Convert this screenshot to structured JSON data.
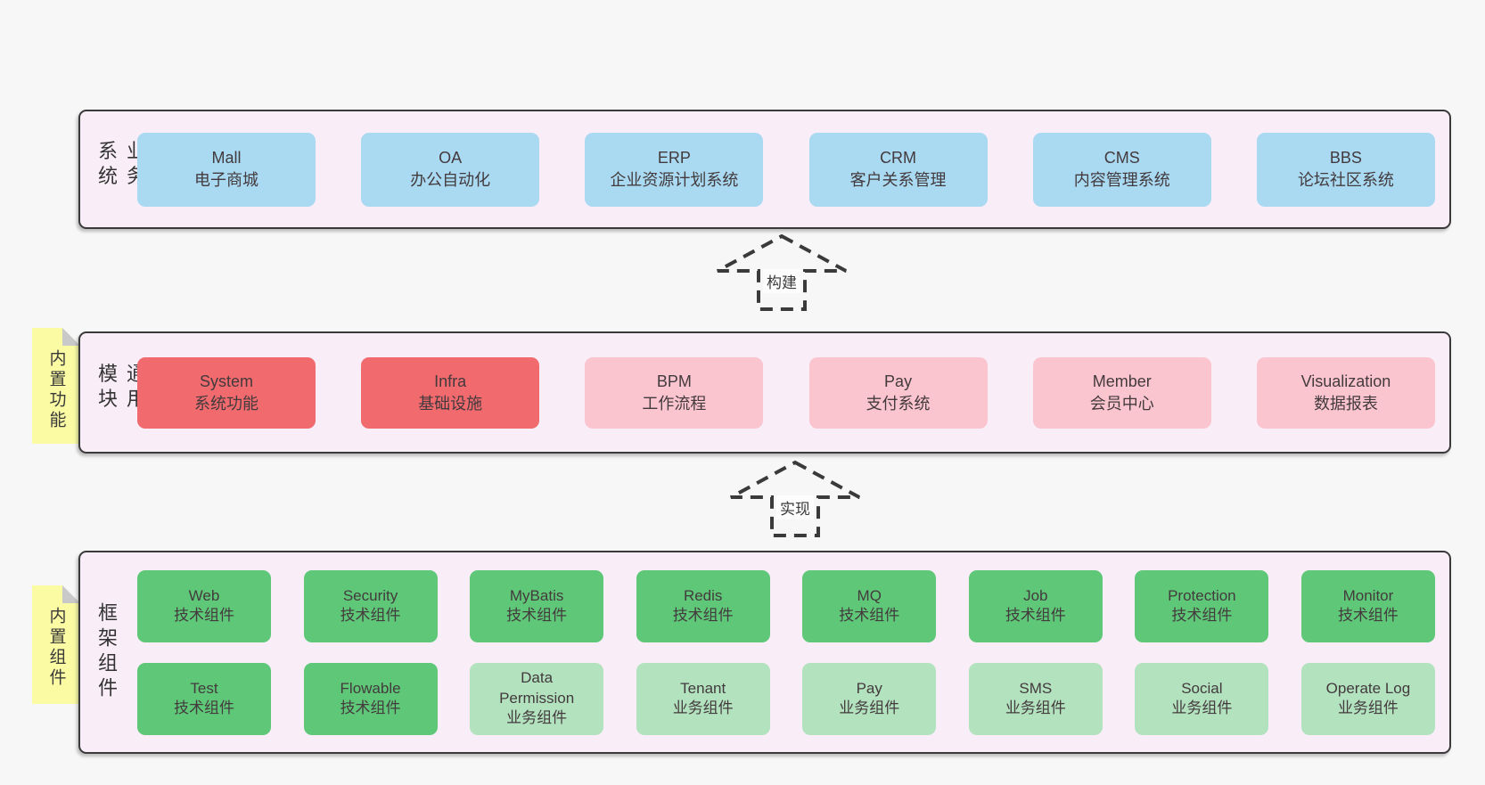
{
  "colors": {
    "page_bg": "#f7f7f7",
    "container_bg": "#f9eef7",
    "blue": "#a9daf2",
    "red": "#f06a6e",
    "pink": "#fbc5d0",
    "green": "#5fc878",
    "lightgreen": "#b3e2bf",
    "sticky": "#fbfba4"
  },
  "arrows": {
    "build": "构建",
    "implement": "实现"
  },
  "business": {
    "side_label": "业务系统",
    "boxes": [
      {
        "name": "Mall",
        "desc": "电子商城",
        "variant": "blue"
      },
      {
        "name": "OA",
        "desc": "办公自动化",
        "variant": "blue"
      },
      {
        "name": "ERP",
        "desc": "企业资源计划系统",
        "variant": "blue"
      },
      {
        "name": "CRM",
        "desc": "客户关系管理",
        "variant": "blue"
      },
      {
        "name": "CMS",
        "desc": "内容管理系统",
        "variant": "blue"
      },
      {
        "name": "BBS",
        "desc": "论坛社区系统",
        "variant": "blue"
      }
    ]
  },
  "modules": {
    "side_label": "通用模块",
    "sticky": "内置功能",
    "boxes": [
      {
        "name": "System",
        "desc": "系统功能",
        "variant": "red"
      },
      {
        "name": "Infra",
        "desc": "基础设施",
        "variant": "red"
      },
      {
        "name": "BPM",
        "desc": "工作流程",
        "variant": "pink"
      },
      {
        "name": "Pay",
        "desc": "支付系统",
        "variant": "pink"
      },
      {
        "name": "Member",
        "desc": "会员中心",
        "variant": "pink"
      },
      {
        "name": "Visualization",
        "desc": "数据报表",
        "variant": "pink"
      }
    ]
  },
  "framework": {
    "side_label": "框架组件",
    "sticky": "内置组件",
    "row1": [
      {
        "name": "Web",
        "desc": "技术组件",
        "variant": "green"
      },
      {
        "name": "Security",
        "desc": "技术组件",
        "variant": "green"
      },
      {
        "name": "MyBatis",
        "desc": "技术组件",
        "variant": "green"
      },
      {
        "name": "Redis",
        "desc": "技术组件",
        "variant": "green"
      },
      {
        "name": "MQ",
        "desc": "技术组件",
        "variant": "green"
      },
      {
        "name": "Job",
        "desc": "技术组件",
        "variant": "green"
      },
      {
        "name": "Protection",
        "desc": "技术组件",
        "variant": "green"
      },
      {
        "name": "Monitor",
        "desc": "技术组件",
        "variant": "green"
      }
    ],
    "row2": [
      {
        "name": "Test",
        "desc": "技术组件",
        "variant": "green"
      },
      {
        "name": "Flowable",
        "desc": "技术组件",
        "variant": "green"
      },
      {
        "name": "Data Permission",
        "desc": "业务组件",
        "variant": "lightgreen"
      },
      {
        "name": "Tenant",
        "desc": "业务组件",
        "variant": "lightgreen"
      },
      {
        "name": "Pay",
        "desc": "业务组件",
        "variant": "lightgreen"
      },
      {
        "name": "SMS",
        "desc": "业务组件",
        "variant": "lightgreen"
      },
      {
        "name": "Social",
        "desc": "业务组件",
        "variant": "lightgreen"
      },
      {
        "name": "Operate Log",
        "desc": "业务组件",
        "variant": "lightgreen"
      }
    ]
  }
}
